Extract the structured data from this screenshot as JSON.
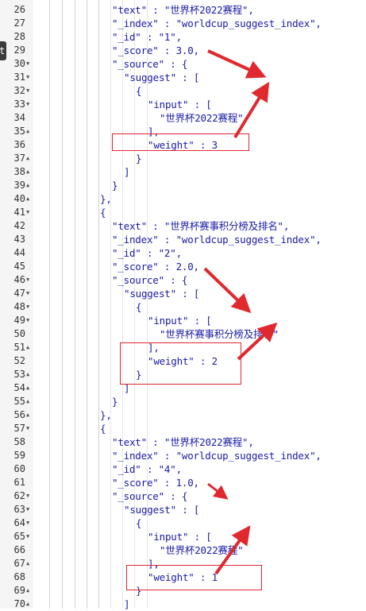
{
  "left_tab": {
    "label": "t"
  },
  "lines": [
    {
      "n": "26",
      "fold": "",
      "indent": 1,
      "text": "\"text\" : \"世界杯2022赛程\","
    },
    {
      "n": "27",
      "fold": "",
      "indent": 1,
      "text": "\"_index\" : \"worldcup_suggest_index\","
    },
    {
      "n": "28",
      "fold": "",
      "indent": 1,
      "text": "\"_id\" : \"1\","
    },
    {
      "n": "29",
      "fold": "",
      "indent": 1,
      "text": "\"_score\" : 3.0,"
    },
    {
      "n": "30",
      "fold": "▼",
      "indent": 1,
      "text": "\"_source\" : {"
    },
    {
      "n": "31",
      "fold": "▼",
      "indent": 2,
      "text": "\"suggest\" : ["
    },
    {
      "n": "32",
      "fold": "▼",
      "indent": 3,
      "text": "{"
    },
    {
      "n": "33",
      "fold": "▼",
      "indent": 4,
      "text": "\"input\" : ["
    },
    {
      "n": "34",
      "fold": "",
      "indent": 5,
      "text": "\"世界杯2022赛程\""
    },
    {
      "n": "35",
      "fold": "▲",
      "indent": 4,
      "text": "],"
    },
    {
      "n": "36",
      "fold": "",
      "indent": 4,
      "text": "\"weight\" : 3"
    },
    {
      "n": "37",
      "fold": "▲",
      "indent": 3,
      "text": "}"
    },
    {
      "n": "38",
      "fold": "▲",
      "indent": 2,
      "text": "]"
    },
    {
      "n": "39",
      "fold": "▲",
      "indent": 1,
      "text": "}"
    },
    {
      "n": "40",
      "fold": "▲",
      "indent": 0,
      "text": "},"
    },
    {
      "n": "41",
      "fold": "▼",
      "indent": 0,
      "text": "{"
    },
    {
      "n": "42",
      "fold": "",
      "indent": 1,
      "text": "\"text\" : \"世界杯赛事积分榜及排名\","
    },
    {
      "n": "43",
      "fold": "",
      "indent": 1,
      "text": "\"_index\" : \"worldcup_suggest_index\","
    },
    {
      "n": "44",
      "fold": "",
      "indent": 1,
      "text": "\"_id\" : \"2\","
    },
    {
      "n": "45",
      "fold": "",
      "indent": 1,
      "text": "\"_score\" : 2.0,"
    },
    {
      "n": "46",
      "fold": "▼",
      "indent": 1,
      "text": "\"_source\" : {"
    },
    {
      "n": "47",
      "fold": "▼",
      "indent": 2,
      "text": "\"suggest\" : ["
    },
    {
      "n": "48",
      "fold": "▼",
      "indent": 3,
      "text": "{"
    },
    {
      "n": "49",
      "fold": "▼",
      "indent": 4,
      "text": "\"input\" : ["
    },
    {
      "n": "50",
      "fold": "",
      "indent": 5,
      "text": "\"世界杯赛事积分榜及排名\""
    },
    {
      "n": "51",
      "fold": "▲",
      "indent": 4,
      "text": "],"
    },
    {
      "n": "52",
      "fold": "",
      "indent": 4,
      "text": "\"weight\" : 2"
    },
    {
      "n": "53",
      "fold": "▲",
      "indent": 3,
      "text": "}"
    },
    {
      "n": "54",
      "fold": "▲",
      "indent": 2,
      "text": "]"
    },
    {
      "n": "55",
      "fold": "▲",
      "indent": 1,
      "text": "}"
    },
    {
      "n": "56",
      "fold": "▲",
      "indent": 0,
      "text": "},"
    },
    {
      "n": "57",
      "fold": "▼",
      "indent": 0,
      "text": "{"
    },
    {
      "n": "58",
      "fold": "",
      "indent": 1,
      "text": "\"text\" : \"世界杯2022赛程\","
    },
    {
      "n": "59",
      "fold": "",
      "indent": 1,
      "text": "\"_index\" : \"worldcup_suggest_index\","
    },
    {
      "n": "60",
      "fold": "",
      "indent": 1,
      "text": "\"_id\" : \"4\","
    },
    {
      "n": "61",
      "fold": "",
      "indent": 1,
      "text": "\"_score\" : 1.0,"
    },
    {
      "n": "62",
      "fold": "▼",
      "indent": 1,
      "text": "\"_source\" : {"
    },
    {
      "n": "63",
      "fold": "▼",
      "indent": 2,
      "text": "\"suggest\" : ["
    },
    {
      "n": "64",
      "fold": "▼",
      "indent": 3,
      "text": "{"
    },
    {
      "n": "65",
      "fold": "▼",
      "indent": 4,
      "text": "\"input\" : ["
    },
    {
      "n": "66",
      "fold": "",
      "indent": 5,
      "text": "\"世界杯2022赛程\""
    },
    {
      "n": "67",
      "fold": "▲",
      "indent": 4,
      "text": "],"
    },
    {
      "n": "68",
      "fold": "",
      "indent": 4,
      "text": "\"weight\" : 1"
    },
    {
      "n": "69",
      "fold": "▲",
      "indent": 3,
      "text": "}"
    },
    {
      "n": "70",
      "fold": "▲",
      "indent": 2,
      "text": "]"
    }
  ],
  "colors": {
    "annotation": "#e0282f",
    "code_text": "#1a1aa6",
    "gutter_bg": "#f5f5f5"
  }
}
